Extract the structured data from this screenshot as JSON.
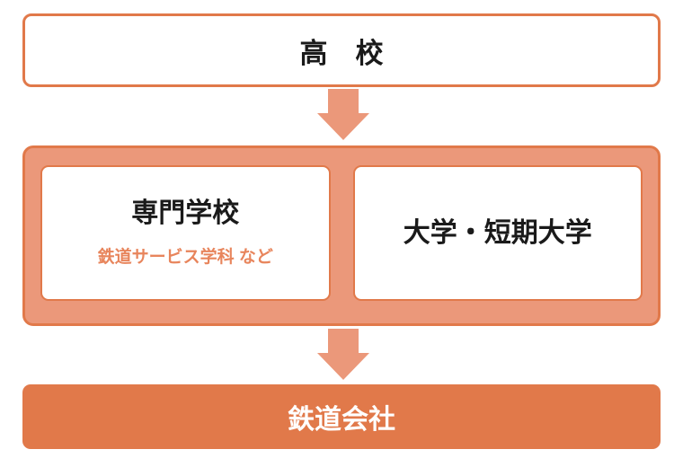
{
  "diagram": {
    "type": "flow",
    "direction": "top-to-bottom",
    "top": {
      "label": "高　校"
    },
    "middle": {
      "left_card": {
        "title": "専門学校",
        "subtitle": "鉄道サービス学科 など"
      },
      "right_card": {
        "title": "大学・短期大学"
      }
    },
    "bottom": {
      "label": "鉄道会社"
    }
  },
  "icons": {
    "arrow_1": "down-arrow",
    "arrow_2": "down-arrow"
  },
  "colors": {
    "accent_orange": "#e1794a",
    "salmon": "#eb987a",
    "subtitle_orange": "#e8855c",
    "text_black": "#1a1a1a",
    "text_white": "#ffffff",
    "background": "#ffffff"
  }
}
